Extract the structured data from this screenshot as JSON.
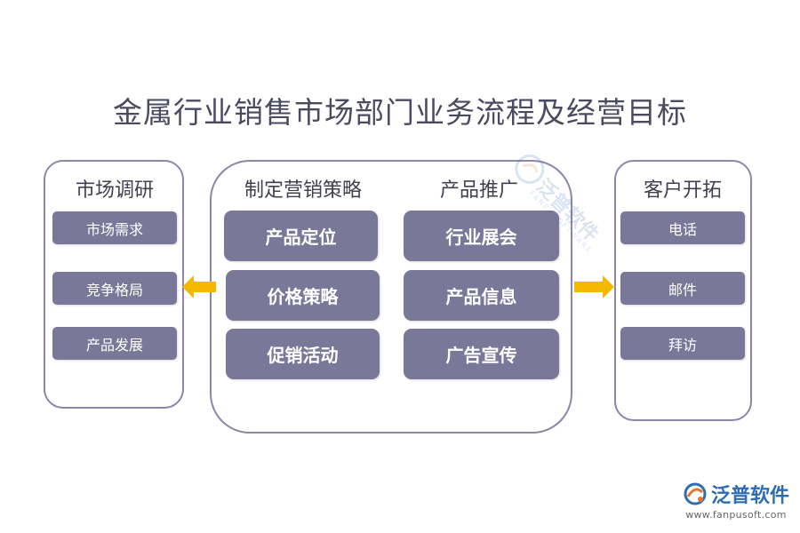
{
  "title": "金属行业销售市场部门业务流程及经营目标",
  "left_panel": {
    "title": "市场调研",
    "items": [
      "市场需求",
      "竞争格局",
      "产品发展"
    ]
  },
  "center_panel": {
    "left_title": "制定营销策略",
    "right_title": "产品推广",
    "left_items": [
      "产品定位",
      "价格策略",
      "促销活动"
    ],
    "right_items": [
      "行业展会",
      "产品信息",
      "广告宣传"
    ]
  },
  "right_panel": {
    "title": "客户开拓",
    "items": [
      "电话",
      "邮件",
      "拜访"
    ]
  },
  "watermark": {
    "text": "泛普软件",
    "subtext": "FANPUSOFTWARE"
  },
  "logo": {
    "name": "泛普软件",
    "url": "www.fanpusoft.com",
    "icon": "fanpu-logo-icon"
  },
  "colors": {
    "chip": "#7a7898",
    "border": "#8d86a8",
    "arrow": "#f5b800",
    "title": "#4a4a60",
    "logo": "#2e6db3"
  }
}
